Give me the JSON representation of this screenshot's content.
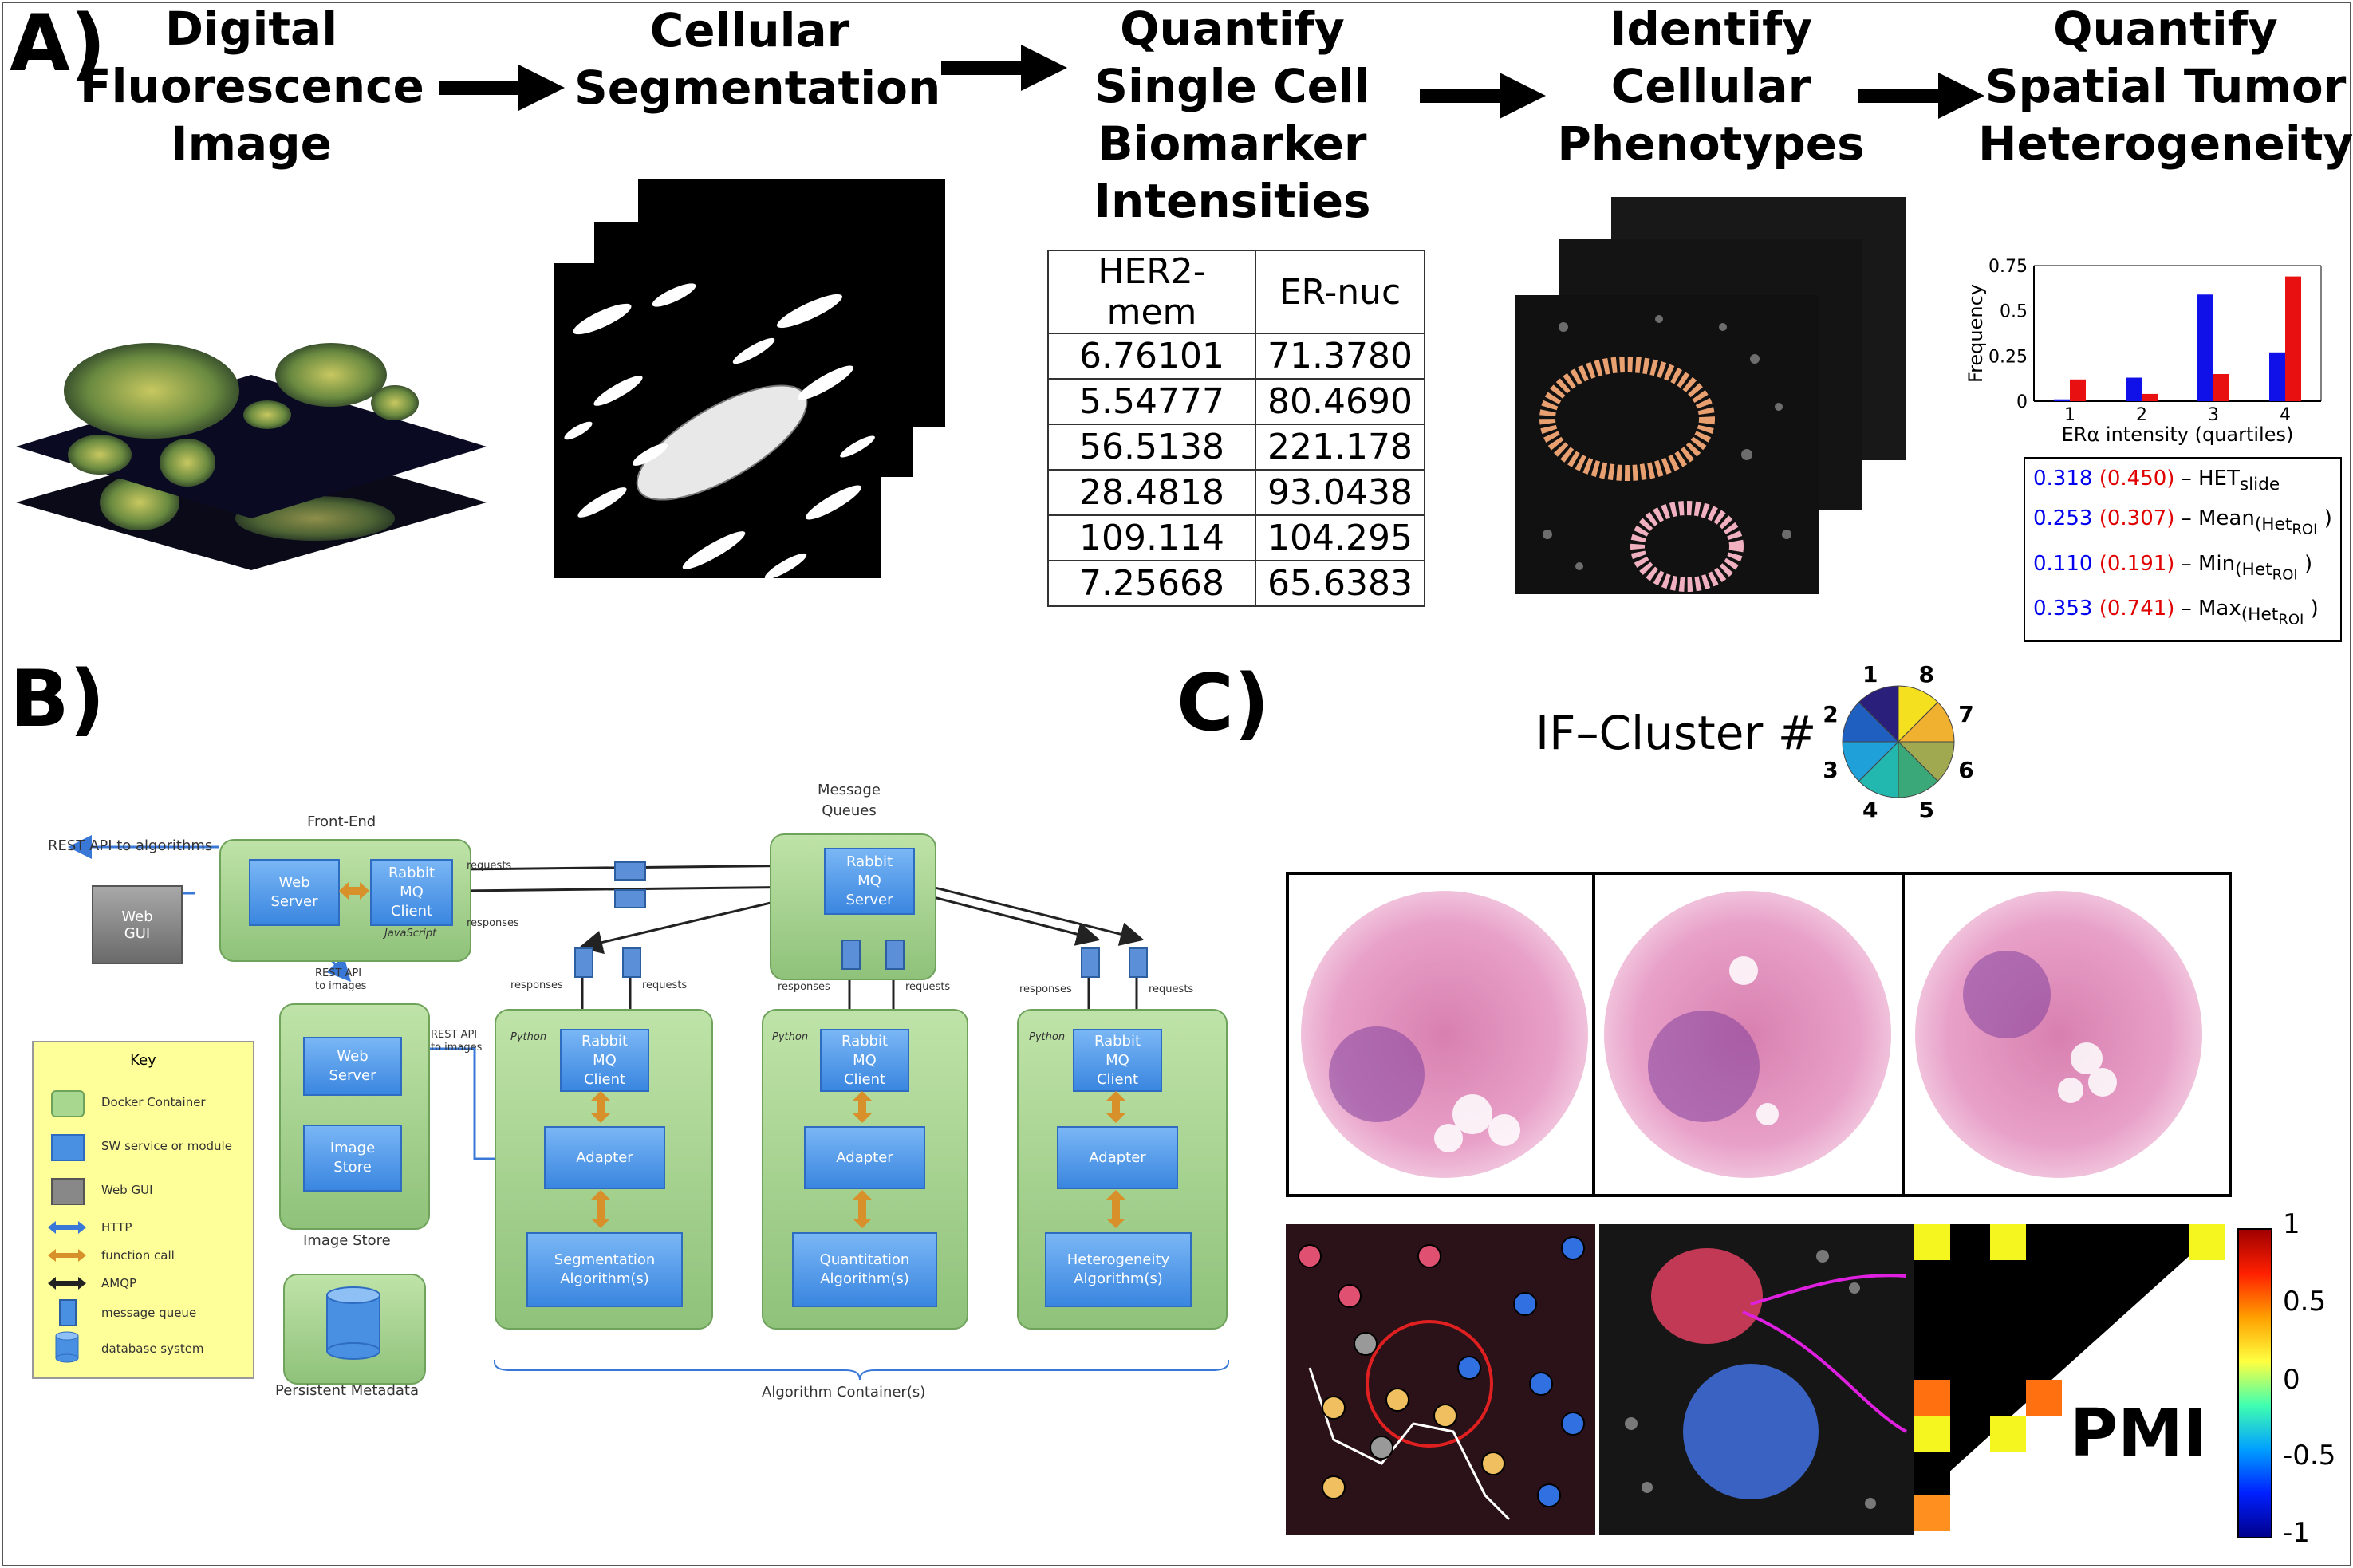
{
  "panels": {
    "a": "A)",
    "b": "B)",
    "c": "C)"
  },
  "steps": [
    "Digital\nFluorescence\nImage",
    "Cellular\nSegmentation",
    "Quantify\nSingle Cell\nBiomarker\nIntensities",
    "Identify\nCellular\nPhenotypes",
    "Quantify\nSpatial Tumor\nHeterogeneity"
  ],
  "table": {
    "headers": [
      "HER2-mem",
      "ER-nuc"
    ],
    "rows": [
      [
        "6.76101",
        "71.3780"
      ],
      [
        "5.54777",
        "80.4690"
      ],
      [
        "56.5138",
        "221.178"
      ],
      [
        "28.4818",
        "93.0438"
      ],
      [
        "109.114",
        "104.295"
      ],
      [
        "7.25668",
        "65.6383"
      ]
    ]
  },
  "chart_data": {
    "type": "bar",
    "categories": [
      "1",
      "2",
      "3",
      "4"
    ],
    "series": [
      {
        "color": "#1010e8",
        "values": [
          0.01,
          0.13,
          0.59,
          0.27
        ]
      },
      {
        "color": "#e81010",
        "values": [
          0.12,
          0.04,
          0.15,
          0.69
        ]
      }
    ],
    "xlabel": "ERα   intensity (quartiles)",
    "ylabel": "Frequency",
    "yticks": [
      "0",
      "0.25",
      "0.5",
      "0.75"
    ],
    "ylim": [
      0,
      0.75
    ]
  },
  "het": [
    {
      "blue": "0.318",
      "red": "(0.450)",
      "label": "– HET",
      "sub": "slide",
      "tail": ""
    },
    {
      "blue": "0.253",
      "red": "(0.307)",
      "label": "– Mean",
      "sub": "(Het",
      "sub2": "ROI",
      "tail": " )"
    },
    {
      "blue": "0.110",
      "red": "(0.191)",
      "label": "– Min",
      "sub": "(Het",
      "sub2": "ROI",
      "tail": " )"
    },
    {
      "blue": "0.353",
      "red": "(0.741)",
      "label": "– Max",
      "sub": "(Het",
      "sub2": "ROI",
      "tail": " )"
    }
  ],
  "arch": {
    "rest_api": "REST API to algorithms",
    "front_end": "Front-End",
    "web_server": "Web\nServer",
    "rabbit_client": "Rabbit\nMQ\nClient",
    "javascript": "JavaScript",
    "web_gui": "Web\nGUI",
    "message_queues": "Message\nQueues",
    "rabbit_server": "Rabbit\nMQ\nServer",
    "requests": "requests",
    "responses": "responses",
    "rest_api_images": "REST API\nto images",
    "image_store_title": "Image Store",
    "image_store": "Image\nStore",
    "persistent": "Persistent Metadata",
    "python": "Python",
    "adapter": "Adapter",
    "segmentation": "Segmentation\nAlgorithm(s)",
    "quantitation": "Quantitation\nAlgorithm(s)",
    "heterogeneity": "Heterogeneity\nAlgorithm(s)",
    "algorithm_containers": "Algorithm Container(s)",
    "key_title": "Key",
    "key": [
      "Docker Container",
      "SW service or module",
      "Web GUI",
      "HTTP",
      "function call",
      "AMQP",
      "message queue",
      "database system"
    ]
  },
  "cluster": {
    "title": "IF–Cluster #",
    "numbers": [
      "1",
      "2",
      "3",
      "4",
      "5",
      "6",
      "7",
      "8"
    ],
    "colors": [
      "#2a1f7a",
      "#1f5fc0",
      "#1fa0d8",
      "#22b8b0",
      "#3aa878",
      "#a0a850",
      "#f0b030",
      "#f5e020"
    ]
  },
  "colorbar": {
    "ticks": [
      "1",
      "0.5",
      "0",
      "-0.5",
      "-1"
    ]
  },
  "pmi": "PMI"
}
